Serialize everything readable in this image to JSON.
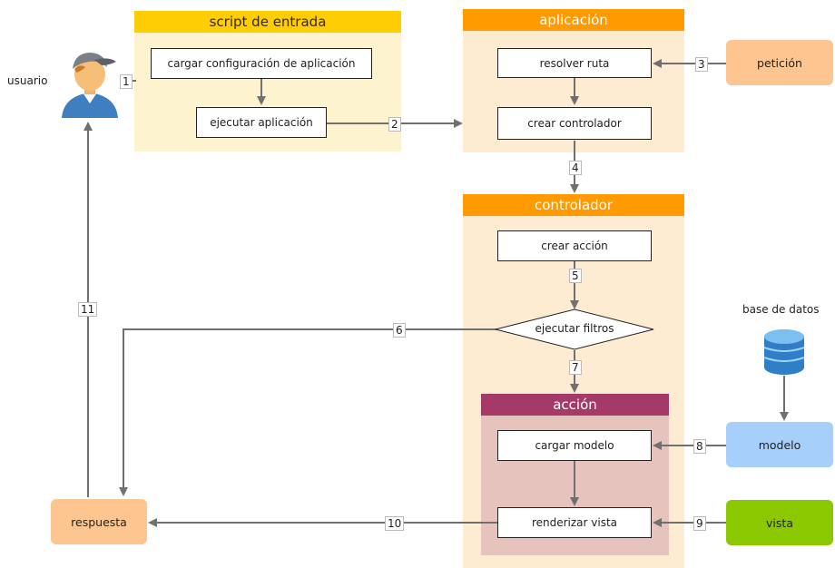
{
  "panels": {
    "entry_script": "script de entrada",
    "application": "aplicación",
    "controller": "controlador",
    "action": "acción"
  },
  "boxes": {
    "load_config": "cargar configuración de aplicación",
    "run_app": "ejecutar aplicación",
    "resolve_route": "resolver ruta",
    "create_controller": "crear controlador",
    "create_action": "crear acción",
    "run_filters": "ejecutar filtros",
    "load_model": "cargar modelo",
    "render_view": "renderizar vista"
  },
  "external": {
    "user": "usuario",
    "request": "petición",
    "database": "base de datos",
    "model": "modelo",
    "view": "vista",
    "response": "respuesta"
  },
  "steps": [
    "1",
    "2",
    "3",
    "4",
    "5",
    "6",
    "7",
    "8",
    "9",
    "10",
    "11"
  ],
  "colors": {
    "entry_header": "#fecd03",
    "app_header": "#ff9a00",
    "action_header": "#a53a68",
    "request": "#fdc690",
    "model": "#a6cffb",
    "view": "#8cc800",
    "response": "#fdc690",
    "arrow": "#707070"
  },
  "icons": {
    "user": "user-icon",
    "database": "database-icon"
  }
}
